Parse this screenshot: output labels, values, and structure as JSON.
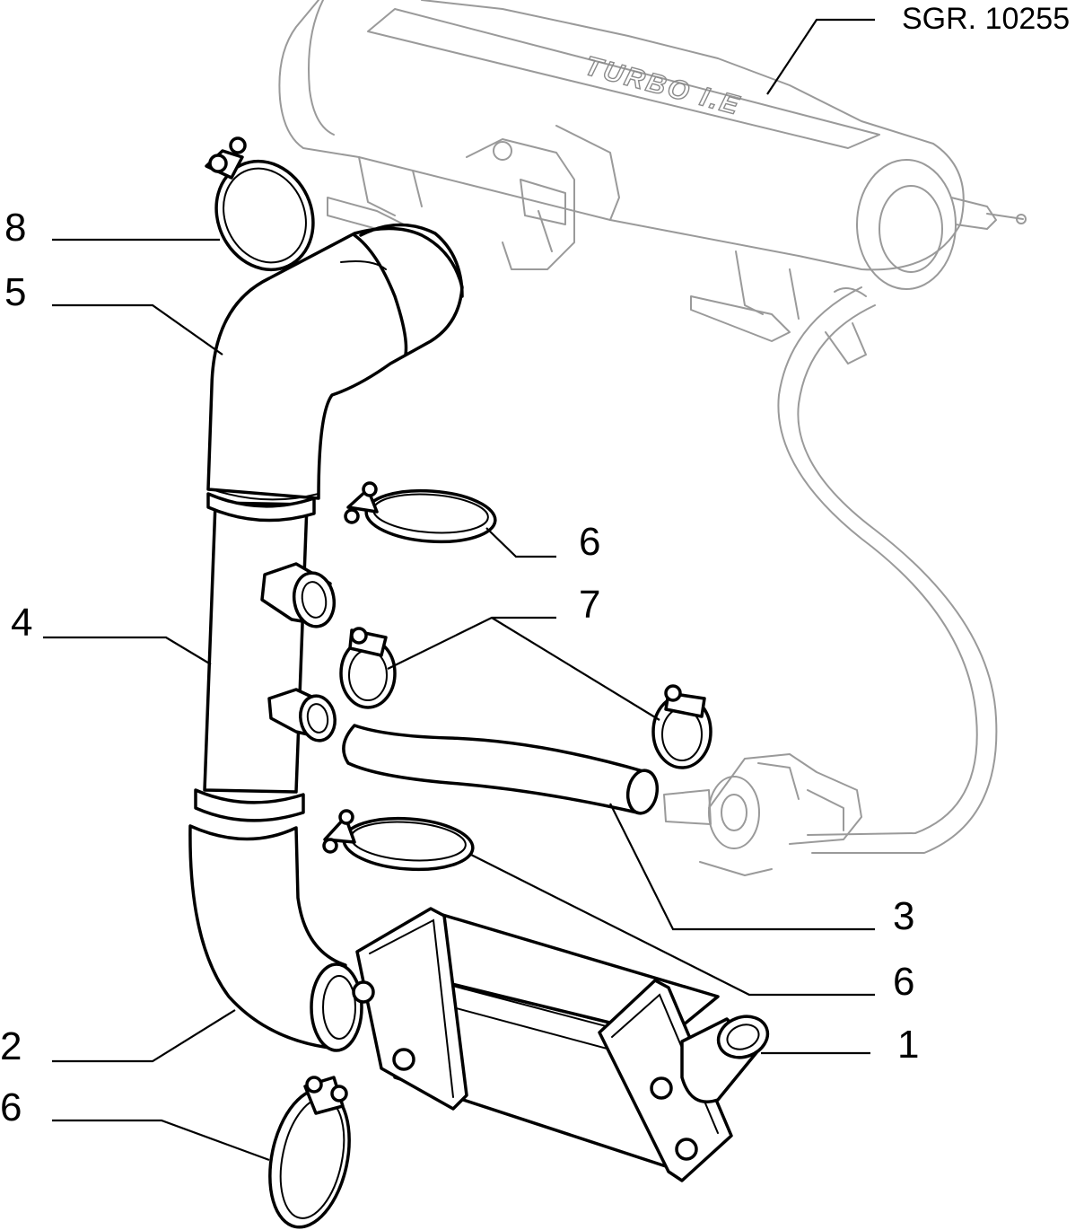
{
  "reference": "SGR. 10255",
  "engine_emblem": "TURBO I.E",
  "callouts": [
    {
      "id": "c8",
      "label": "8"
    },
    {
      "id": "c5",
      "label": "5"
    },
    {
      "id": "c6a",
      "label": "6"
    },
    {
      "id": "c7",
      "label": "7"
    },
    {
      "id": "c4",
      "label": "4"
    },
    {
      "id": "c3",
      "label": "3"
    },
    {
      "id": "c6b",
      "label": "6"
    },
    {
      "id": "c1",
      "label": "1"
    },
    {
      "id": "c2",
      "label": "2"
    },
    {
      "id": "c6c",
      "label": "6"
    }
  ],
  "palette": {
    "part_stroke": "#000000",
    "ghost_stroke": "#9a9a9a",
    "background": "#ffffff"
  }
}
